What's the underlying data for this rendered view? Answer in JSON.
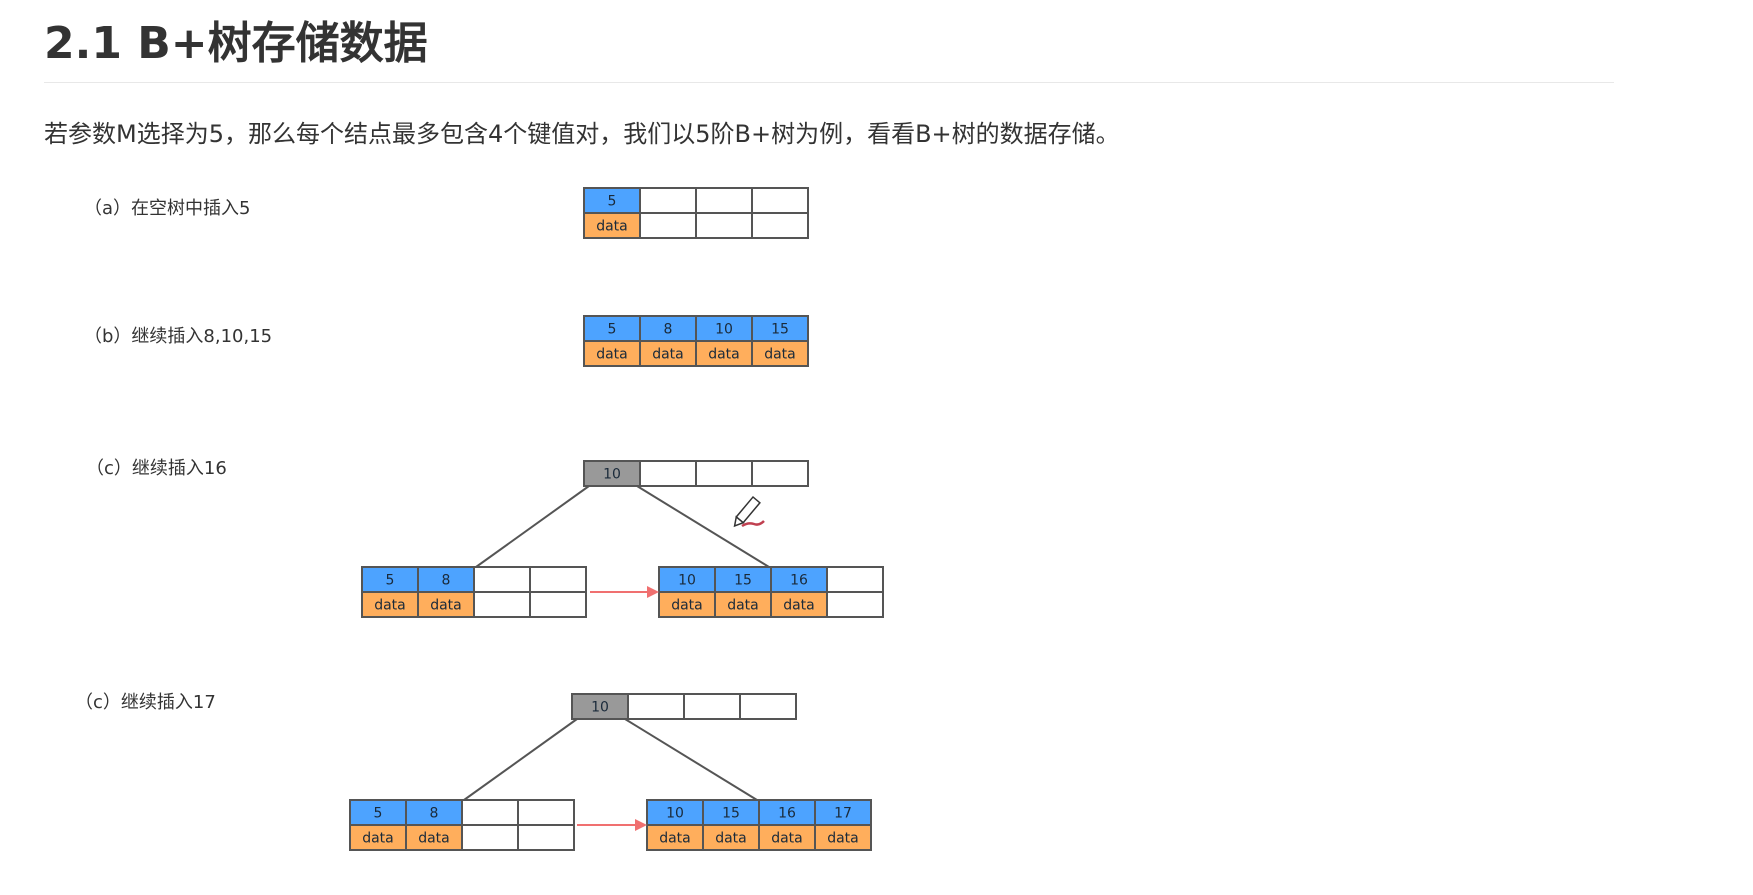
{
  "header": {
    "title": "2.1 B+树存储数据"
  },
  "intro": "若参数M选择为5，那么每个结点最多包含4个键值对，我们以5阶B+树为例，看看B+树的数据存储。",
  "colors": {
    "key_cell": "#4da3ff",
    "data_cell": "#ffae5c",
    "internal_node": "#999999",
    "leaf_link": "#f07070"
  },
  "data_label": "data",
  "steps": [
    {
      "label": "（a）在空树中插入5",
      "internal": null,
      "leaves": [
        {
          "keys": [
            "5"
          ],
          "data": [
            "data"
          ]
        }
      ]
    },
    {
      "label": "（b）继续插入8,10,15",
      "internal": null,
      "leaves": [
        {
          "keys": [
            "5",
            "8",
            "10",
            "15"
          ],
          "data": [
            "data",
            "data",
            "data",
            "data"
          ]
        }
      ]
    },
    {
      "label": "（c）继续插入16",
      "internal": {
        "keys": [
          "10"
        ]
      },
      "leaves": [
        {
          "keys": [
            "5",
            "8"
          ],
          "data": [
            "data",
            "data"
          ]
        },
        {
          "keys": [
            "10",
            "15",
            "16"
          ],
          "data": [
            "data",
            "data",
            "data"
          ]
        }
      ]
    },
    {
      "label": "（c）继续插入17",
      "internal": {
        "keys": [
          "10"
        ]
      },
      "leaves": [
        {
          "keys": [
            "5",
            "8"
          ],
          "data": [
            "data",
            "data"
          ]
        },
        {
          "keys": [
            "10",
            "15",
            "16",
            "17"
          ],
          "data": [
            "data",
            "data",
            "data",
            "data"
          ]
        }
      ]
    }
  ],
  "icons": [
    "pencil-cursor-icon"
  ]
}
